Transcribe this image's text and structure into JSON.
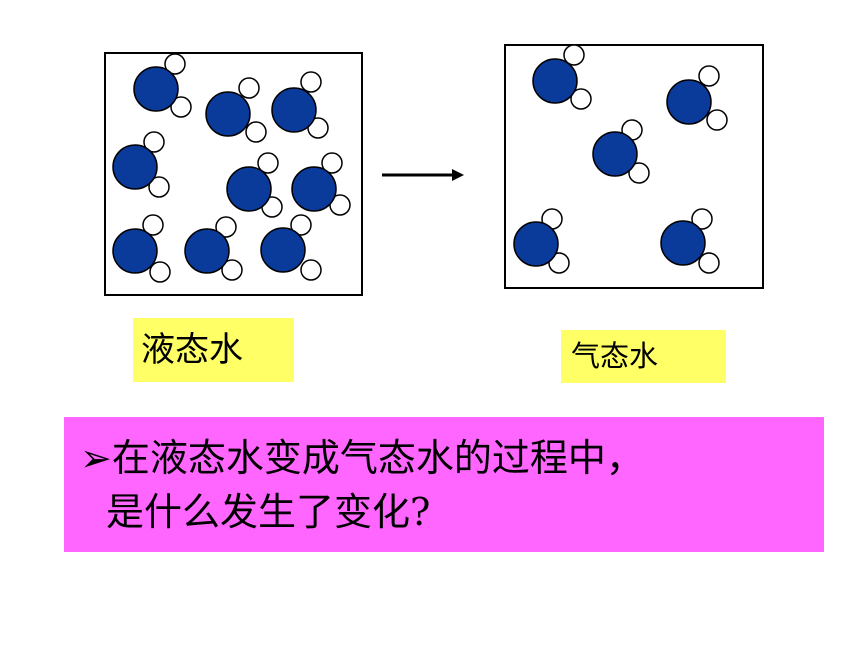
{
  "labels": {
    "liquid": "液态水",
    "gas": "气态水"
  },
  "question": {
    "bullet": "➢",
    "line1": "在液态水变成气态水的过程中，",
    "line2": "是什么发生了变化?"
  },
  "colors": {
    "oxygen": "#0a3a9a",
    "hydrogen": "#ffffff",
    "label_highlight": "#ffff66",
    "question_background": "#ff66ff"
  },
  "icons": {
    "arrow": "right-arrow-icon",
    "molecule": "water-molecule-icon"
  }
}
